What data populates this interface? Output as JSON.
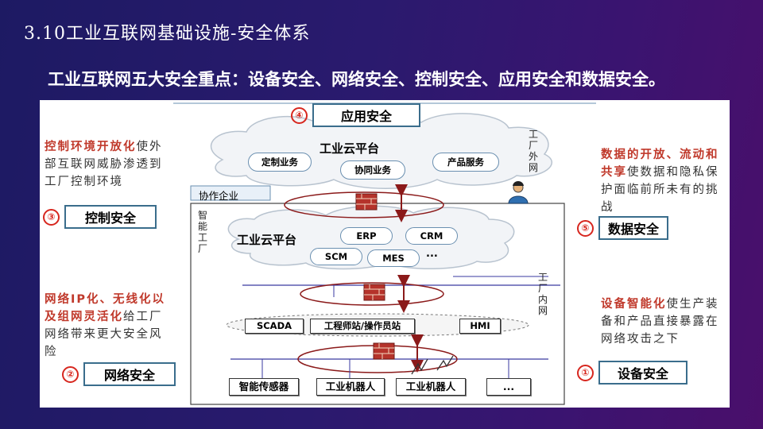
{
  "header": {
    "title": "3.10工业互联网基础设施-安全体系",
    "subtitle": "工业互联网五大安全重点：设备安全、网络安全、控制安全、应用安全和数据安全。"
  },
  "left": {
    "control": {
      "highlight": "控制环境开放化",
      "desc": "使外部互联网威胁渗透到工厂控制环境",
      "num": "③",
      "label": "控制安全"
    },
    "network": {
      "highlight": "网络IP化、无线化以及组网灵活化",
      "desc": "给工厂网络带来更大安全风险",
      "num": "②",
      "label": "网络安全"
    }
  },
  "right": {
    "data": {
      "highlight": "数据的开放、流动和共享",
      "desc": "使数据和隐私保护面临前所未有的挑战",
      "num": "⑤",
      "label": "数据安全"
    },
    "device": {
      "highlight": "设备智能化",
      "desc": "使生产装备和产品直接暴露在网络攻击之下",
      "num": "①",
      "label": "设备安全"
    }
  },
  "diagram": {
    "app": {
      "num": "④",
      "label": "应用安全"
    },
    "outer_cloud": {
      "title": "工业云平台",
      "services": [
        "定制业务",
        "协同业务",
        "产品服务"
      ]
    },
    "outer_net": "工厂外网",
    "partner": "协作企业",
    "factory": "智能工厂",
    "inner_cloud": {
      "title": "工业云平台",
      "systems": [
        "ERP",
        "CRM",
        "SCM",
        "MES",
        "..."
      ]
    },
    "inner_net": "工厂内网",
    "control_row": [
      "SCADA",
      "工程师站/操作员站",
      "HMI"
    ],
    "devices": [
      "智能传感器",
      "工业机器人",
      "工业机器人",
      "..."
    ]
  },
  "colors": {
    "accent_red": "#d7261e",
    "highlight_text": "#c0392b",
    "box_border": "#3a6d8c",
    "bg_dark": "#1d1a63"
  }
}
